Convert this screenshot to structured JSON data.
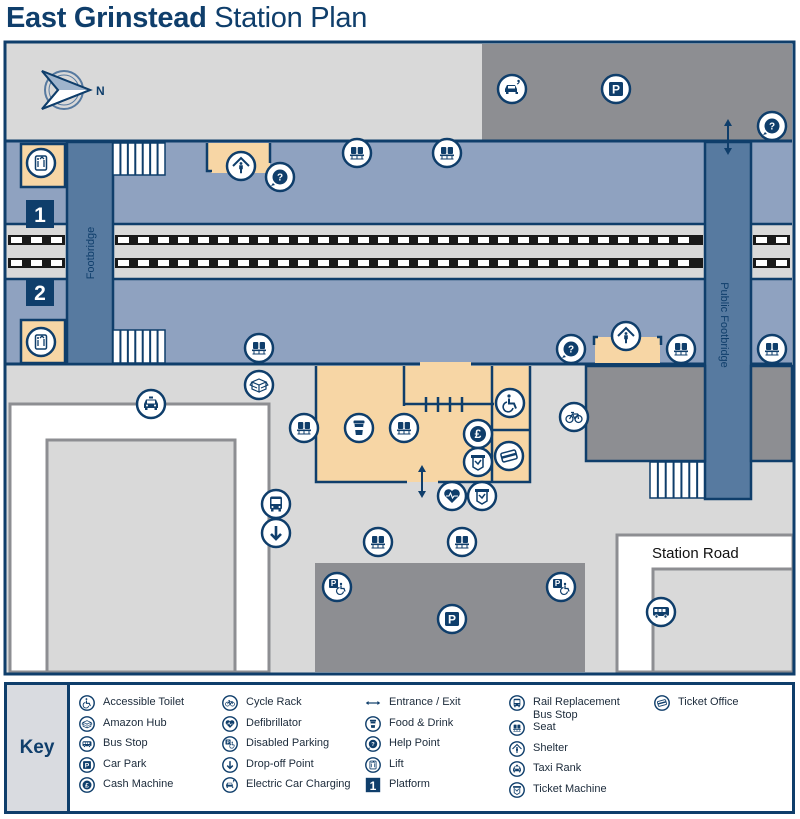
{
  "title": {
    "bold": "East Grinstead",
    "regular": "Station Plan"
  },
  "compass": {
    "label": "N"
  },
  "map": {
    "platforms": [
      {
        "number": "1"
      },
      {
        "number": "2"
      }
    ],
    "footbridge_label": "Footbridge",
    "public_footbridge_label": "Public Footbridge",
    "road_label": "Station Road",
    "colors": {
      "navy": "#0f3e6b",
      "platform": "#8fa2c0",
      "bridge": "#577aa0",
      "building": "#f7d6a5",
      "ground": "#d9d9d9",
      "carpark": "#8d8e92",
      "road": "#ffffff"
    }
  },
  "key": {
    "title": "Key",
    "columns": [
      [
        {
          "icon": "accessible-toilet-icon",
          "label": "Accessible Toilet"
        },
        {
          "icon": "amazon-hub-icon",
          "label": "Amazon Hub"
        },
        {
          "icon": "bus-stop-icon",
          "label": "Bus Stop"
        },
        {
          "icon": "car-park-icon",
          "label": "Car Park"
        },
        {
          "icon": "cash-machine-icon",
          "label": "Cash Machine"
        }
      ],
      [
        {
          "icon": "cycle-rack-icon",
          "label": "Cycle Rack"
        },
        {
          "icon": "defibrillator-icon",
          "label": "Defibrillator"
        },
        {
          "icon": "disabled-parking-icon",
          "label": "Disabled Parking"
        },
        {
          "icon": "drop-off-icon",
          "label": "Drop-off Point"
        },
        {
          "icon": "electric-car-charging-icon",
          "label": "Electric Car Charging"
        }
      ],
      [
        {
          "icon": "entrance-exit-icon",
          "label": "Entrance / Exit"
        },
        {
          "icon": "food-drink-icon",
          "label": "Food & Drink"
        },
        {
          "icon": "help-point-icon",
          "label": "Help Point"
        },
        {
          "icon": "lift-icon",
          "label": "Lift"
        },
        {
          "icon": "platform-icon",
          "label": "Platform",
          "glyph": "1"
        }
      ],
      [
        {
          "icon": "rail-replacement-bus-icon",
          "label": "Rail Replacement",
          "label2": "Bus Stop"
        },
        {
          "icon": "seat-icon",
          "label": "Seat"
        },
        {
          "icon": "shelter-icon",
          "label": "Shelter"
        },
        {
          "icon": "taxi-rank-icon",
          "label": "Taxi Rank"
        },
        {
          "icon": "ticket-machine-icon",
          "label": "Ticket Machine"
        }
      ],
      [
        {
          "icon": "ticket-office-icon",
          "label": "Ticket Office"
        }
      ]
    ]
  }
}
